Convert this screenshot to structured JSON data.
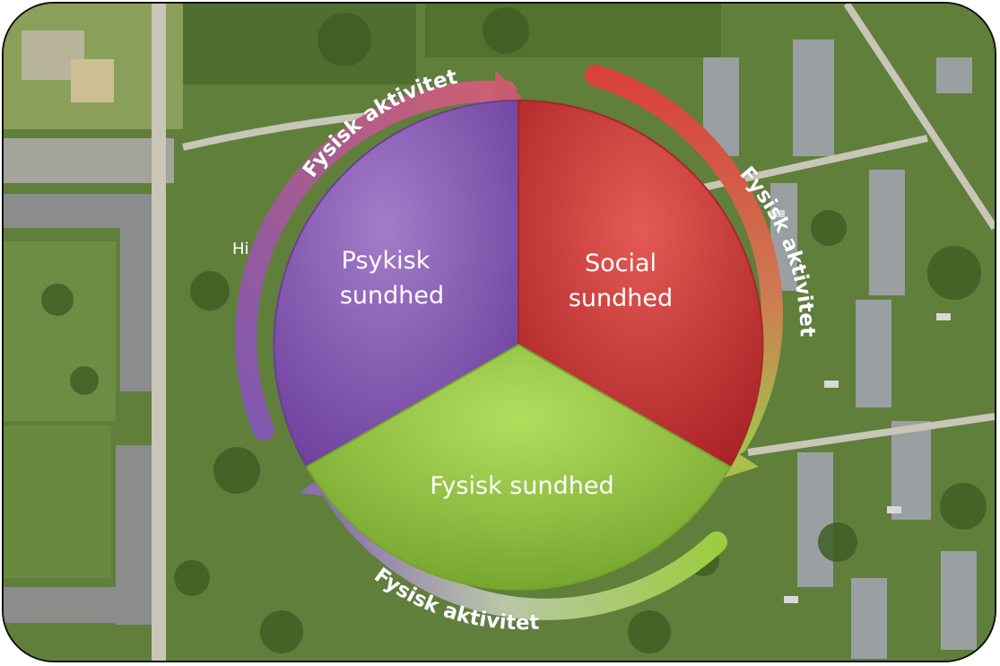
{
  "diagram": {
    "segments": [
      {
        "id": "psykisk",
        "lines": [
          "Psykisk",
          "sundhed"
        ],
        "color": "#8f62b6"
      },
      {
        "id": "social",
        "lines": [
          "Social",
          "sundhed"
        ],
        "color": "#d1403d"
      },
      {
        "id": "fysisk",
        "lines": [
          "Fysisk sundhed"
        ],
        "color": "#93c247"
      }
    ],
    "arrows": [
      {
        "id": "top-left",
        "label": "Fysisk aktivitet",
        "color_from": "#7e58b0",
        "color_to": "#c85a6e"
      },
      {
        "id": "right",
        "label": "Fysisk aktivitet",
        "color_from": "#d8403c",
        "color_to": "#a2c24c"
      },
      {
        "id": "bottom",
        "label": "Fysisk aktivitet",
        "color_from": "#8a70b0",
        "color_to": "#9ccc40"
      }
    ],
    "map_fragment_label": "Hi"
  }
}
